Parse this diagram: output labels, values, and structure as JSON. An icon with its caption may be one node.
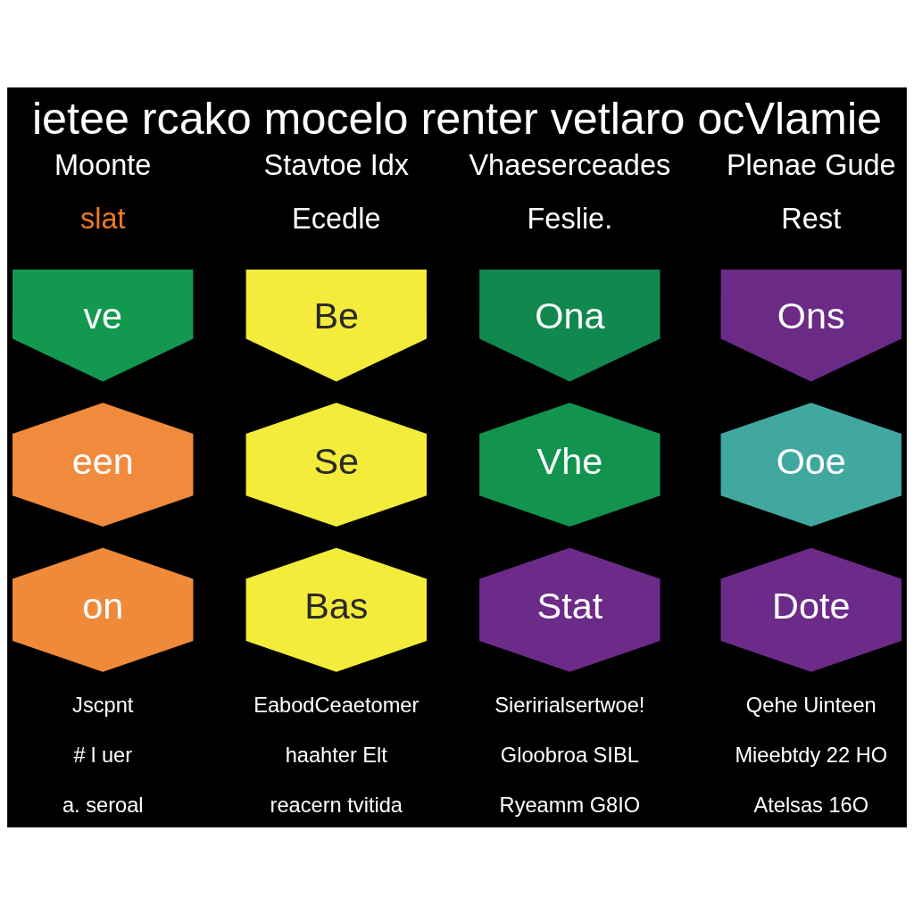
{
  "diagram": {
    "title": "ietee rcako mocelo renter vetlaro ocVlamie",
    "nodes": [
      {
        "text": [
          "ve"
        ]
      },
      {
        "text": [
          "Be"
        ]
      },
      {
        "text": [
          "Ona"
        ]
      },
      {
        "text": [
          "Ons"
        ]
      },
      {
        "text": [
          "een"
        ]
      },
      {
        "text": [
          "Se"
        ]
      },
      {
        "text": [
          "Vhe"
        ]
      },
      {
        "text": [
          "Ooe"
        ]
      },
      {
        "text": [
          "on"
        ]
      },
      {
        "text": [
          "Bas"
        ]
      },
      {
        "text": [
          "Stat"
        ]
      },
      {
        "text": [
          "Dote"
        ]
      }
    ],
    "labels": [
      "Moonte",
      "Stavtoe Idx",
      "Vhaeserceades",
      "Plenae Gude",
      "slat",
      "Ecedle",
      "Feslie.",
      "Rest",
      "Jscpnt",
      "EabodCeaetomer",
      "Sieririalsertwoe!",
      "Qehe Uinteen",
      "# l uer",
      "haahter Elt",
      "Gloobroa SIBL",
      "Mieebtdy 22 HO",
      "a. seroal",
      "reacern tvitida",
      "Ryeamm G8IO",
      "Atelsas 16O"
    ]
  }
}
